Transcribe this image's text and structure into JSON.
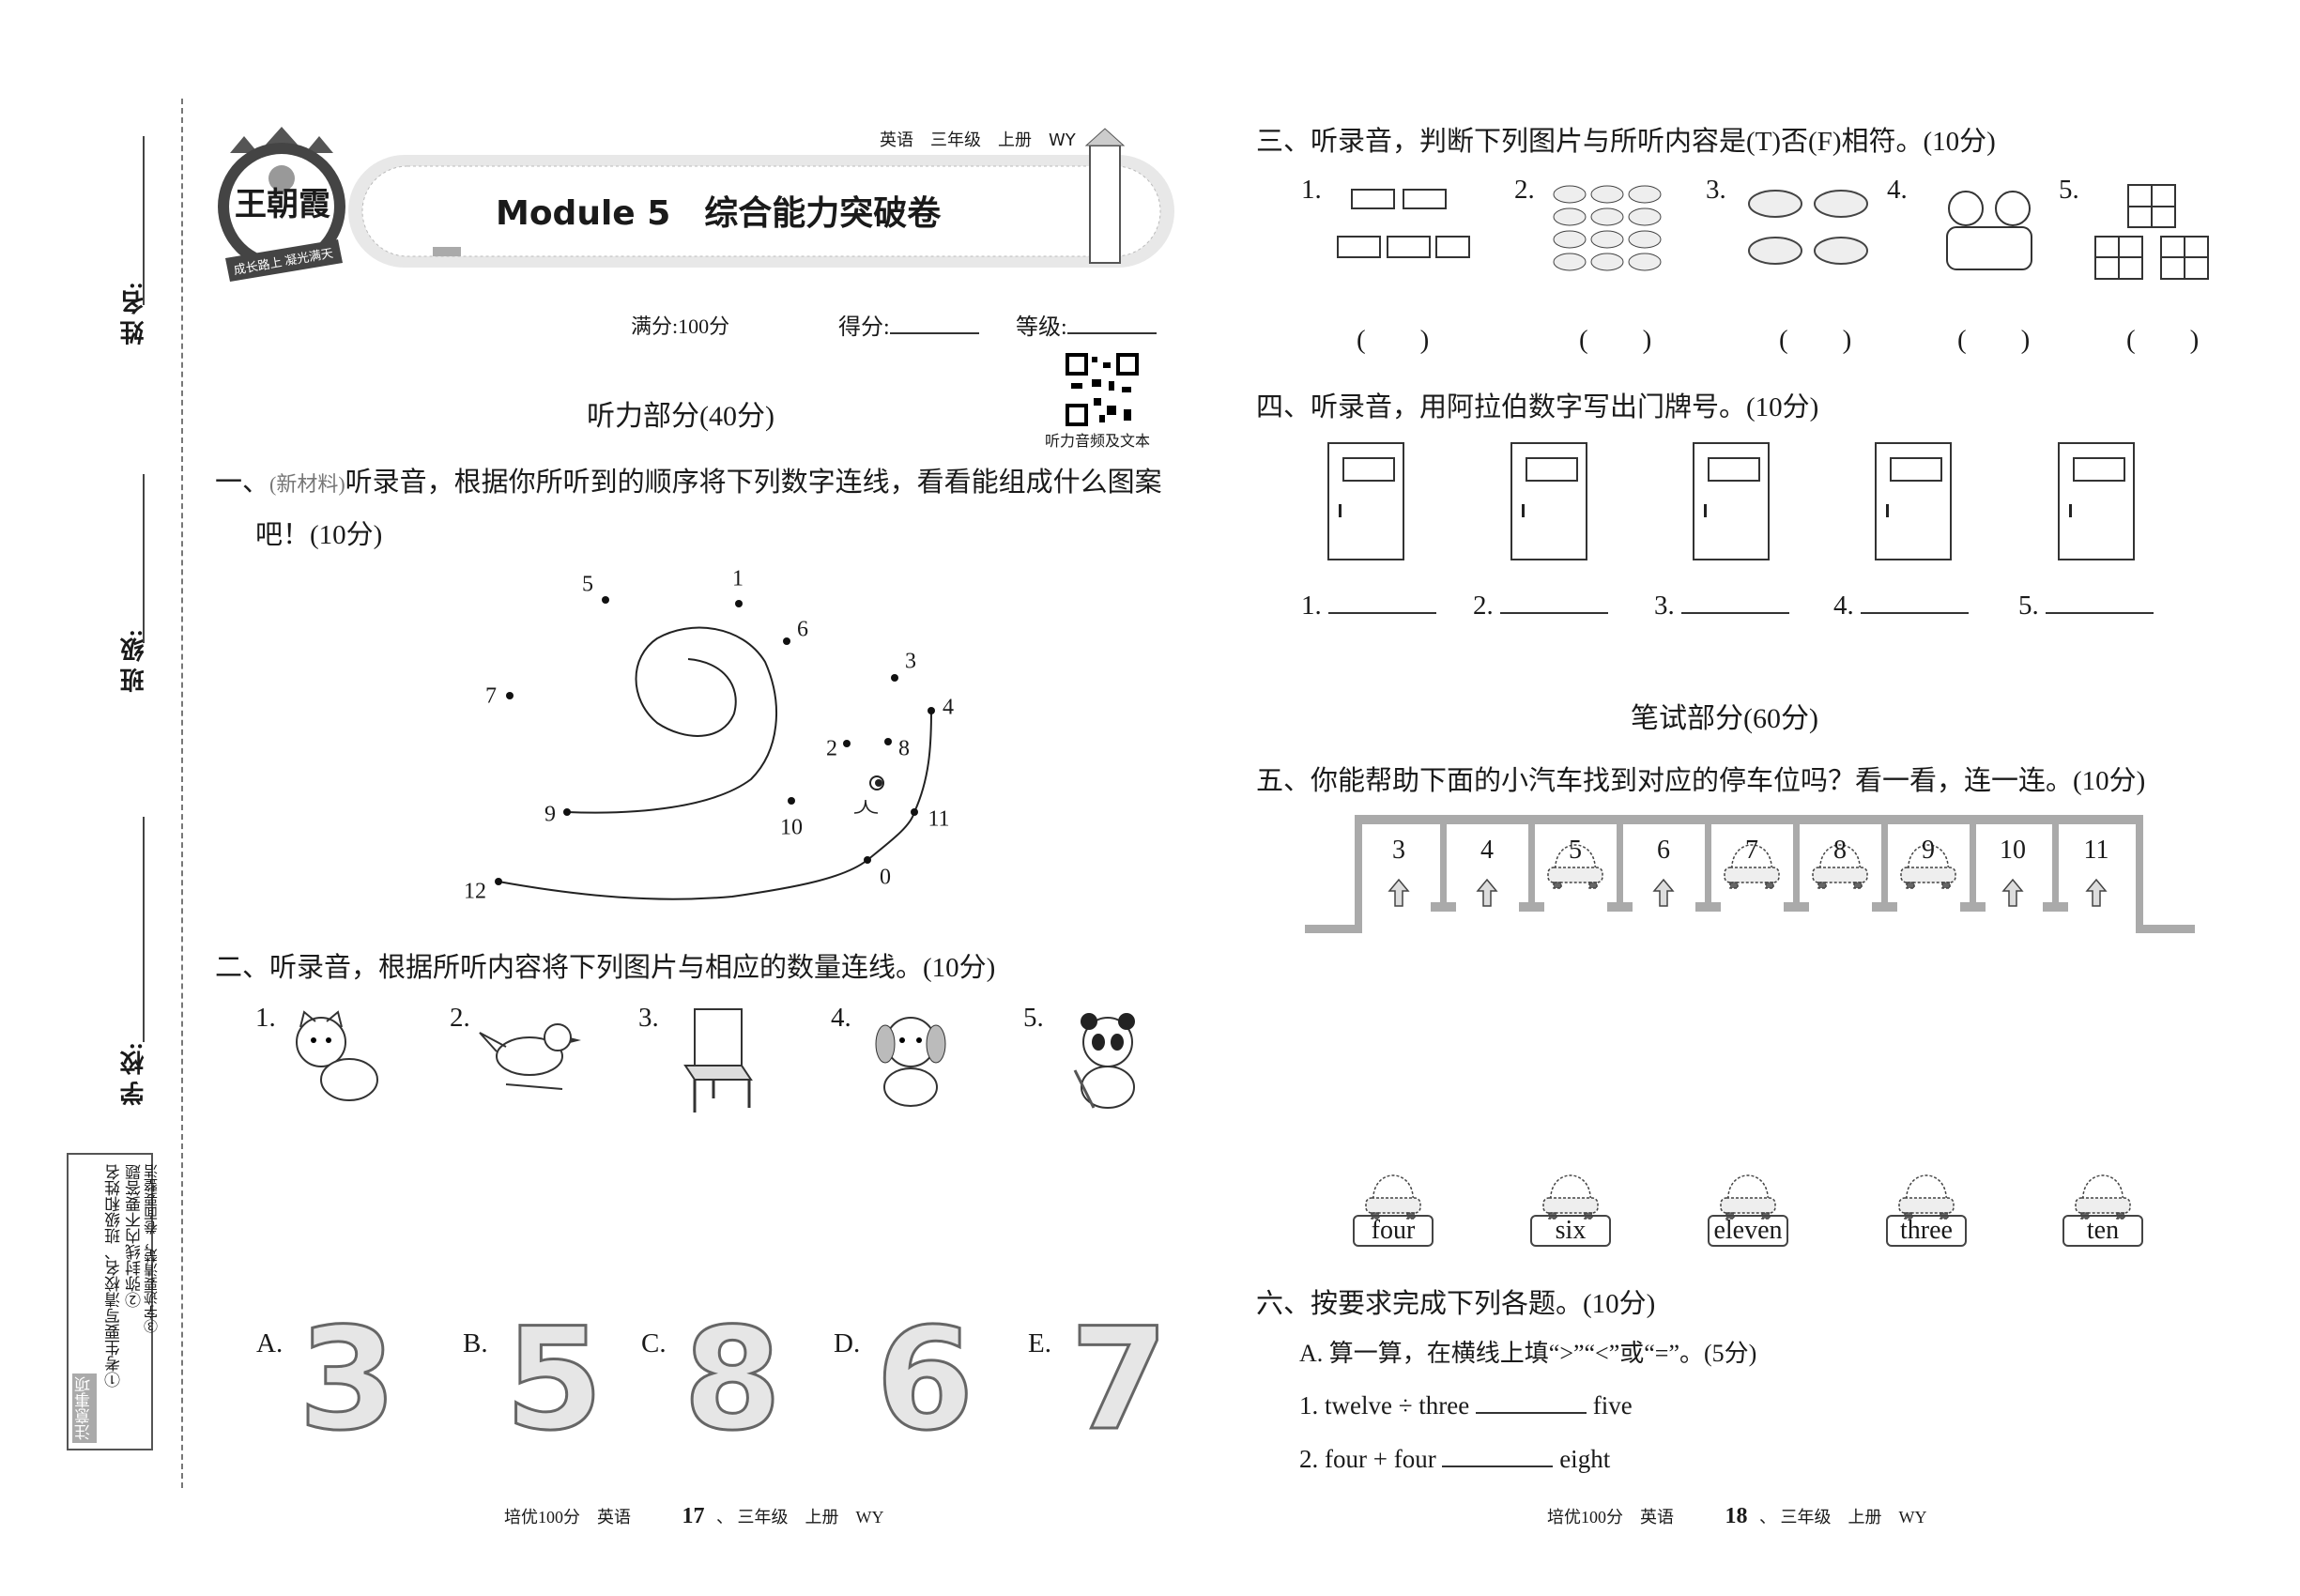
{
  "binding": {
    "name_label": "姓 名:",
    "class_label": "班 级:",
    "school_label": "学 校:",
    "notes_title": "注意事项",
    "notes": [
      "①考生要写清校名、班级和姓名",
      "②弥封线内不要答题",
      "③字迹要清楚，卷面要整洁"
    ]
  },
  "header": {
    "logo_text": "王朝霞",
    "logo_slogan": "成长路上 凝光满天",
    "tags": [
      "英语",
      "三年级",
      "上册",
      "WY"
    ],
    "title": "Module 5　综合能力突破卷",
    "full_score": "满分:100分",
    "score_label": "得分:",
    "grade_label": "等级:",
    "qr_caption": "听力音频及文本"
  },
  "left": {
    "listening_title": "听力部分(40分)",
    "q1": {
      "prefix": "一、",
      "tag": "(新材料)",
      "text": "听录音，根据你所听到的顺序将下列数字连线，看看能组成什么图案",
      "text2": "吧！(10分)"
    },
    "dots": [
      "5",
      "1",
      "6",
      "3",
      "7",
      "4",
      "2",
      "8",
      "10",
      "9",
      "11",
      "0",
      "12"
    ],
    "q2": {
      "text": "二、听录音，根据所听内容将下列图片与相应的数量连线。(10分)"
    },
    "pictures": [
      "1.",
      "2.",
      "3.",
      "4.",
      "5."
    ],
    "picture_icons": [
      "cat-icon",
      "bird-icon",
      "chair-icon",
      "dog-icon",
      "panda-icon"
    ],
    "letters": [
      "A.",
      "B.",
      "C.",
      "D.",
      "E."
    ],
    "numbers": [
      "3",
      "5",
      "8",
      "6",
      "7"
    ],
    "footer": {
      "book": "培优100分　英语",
      "page": "17",
      "rest": "、 三年级　上册　WY"
    }
  },
  "right": {
    "q3": {
      "text": "三、听录音，判断下列图片与所听内容是(T)否(F)相符。(10分)",
      "items": [
        "1.",
        "2.",
        "3.",
        "4.",
        "5."
      ],
      "paren": "(　　)"
    },
    "q4": {
      "text": "四、听录音，用阿拉伯数字写出门牌号。(10分)",
      "answers": [
        "1.",
        "2.",
        "3.",
        "4.",
        "5."
      ]
    },
    "written_title": "笔试部分(60分)",
    "q5": {
      "text": "五、你能帮助下面的小汽车找到对应的停车位吗？看一看，连一连。(10分)",
      "slots": [
        "3",
        "4",
        "5",
        "6",
        "7",
        "8",
        "9",
        "10",
        "11"
      ],
      "cars": [
        "four",
        "six",
        "eleven",
        "three",
        "ten"
      ]
    },
    "q6": {
      "text": "六、按要求完成下列各题。(10分)",
      "a": "A. 算一算，在横线上填“>”“<”或“=”。(5分)",
      "items": [
        {
          "left": "1. twelve ÷ three",
          "right": "five"
        },
        {
          "left": "2. four + four",
          "right": "eight"
        }
      ]
    },
    "footer": {
      "book": "培优100分　英语",
      "page": "18",
      "rest": "、 三年级　上册　WY"
    }
  }
}
